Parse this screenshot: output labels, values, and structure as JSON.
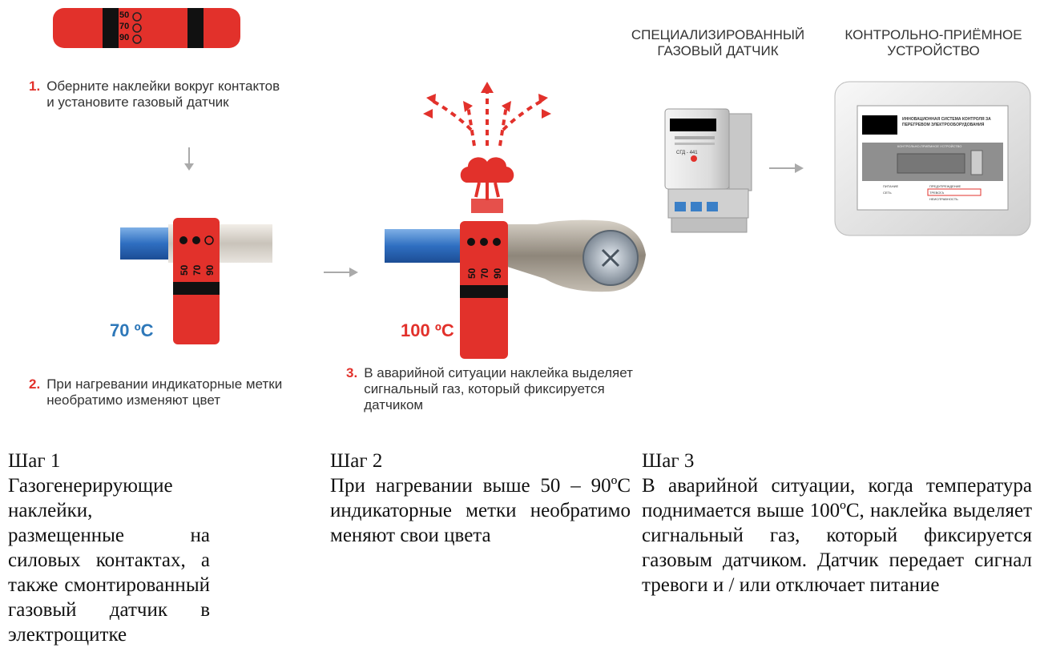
{
  "labels": {
    "sensor_title": "СПЕЦИАЛИЗИРОВАННЫЙ ГАЗОВЫЙ ДАТЧИК",
    "panel_title": "КОНТРОЛЬНО-ПРИЁМНОЕ УСТРОЙСТВО"
  },
  "sticker_marks": [
    "50",
    "70",
    "90"
  ],
  "steps_diagram": [
    {
      "num": "1.",
      "text": "Оберните наклейки вокруг контактов и установите газовый датчик"
    },
    {
      "num": "2.",
      "text": "При нагревании индикаторные метки необратимо изменяют цвет"
    },
    {
      "num": "3.",
      "text": "В аварийной ситуации наклейка выделяет сигнальный газ, который фиксируется датчиком"
    }
  ],
  "temperatures": {
    "t1": "70 ºC",
    "t2": "100 ºC"
  },
  "sensor_model": "СГД - 441",
  "panel_screen": {
    "title": "ИННОВАЦИОННАЯ СИСТЕМА КОНТРОЛЯ ЗА ПЕРЕГРЕВОМ ЭЛЕКТРООБОРУДОВАНИЯ",
    "subtitle": "КОНТРОЛЬНО-ПРИЁМНОЕ УСТРОЙСТВО",
    "row1_left": "ПИТАНИЕ",
    "row1_right": "ПРЕДУПРЕЖДЕНИЕ",
    "row2_left": "СЕТЬ",
    "row2_right": "ТРЕВОГА",
    "row3_right": "НЕИСПРАВНОСТЬ"
  },
  "steps_text": [
    {
      "title": "Шаг 1",
      "body": "Газогенерирующие наклейки, размещенные на силовых контактах, а также смонтированный газовый датчик в электрощитке"
    },
    {
      "title": "Шаг 2",
      "body": "При нагревании выше 50 – 90ºC индикаторные метки необратимо меняют свои цвета"
    },
    {
      "title": "Шаг 3",
      "body": "В аварийной ситуации, когда температура поднимается выше 100ºC, наклейка выделяет сигнальный газ, который фиксируется газовым датчиком. Датчик передает сигнал тревоги и / или отключает питание"
    }
  ],
  "colors": {
    "accent": "#e2312b",
    "temp1": "#2e78b9",
    "temp2": "#e2312b",
    "arrow": "#aaaaaa"
  }
}
